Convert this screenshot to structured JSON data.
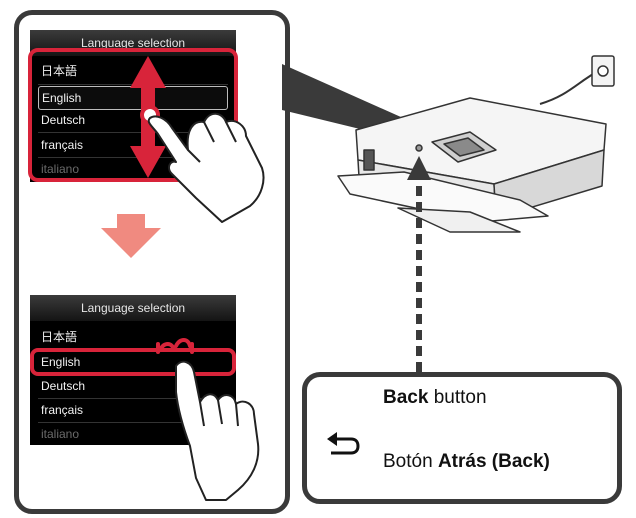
{
  "screen_top": {
    "title": "Language selection",
    "items": [
      "日本語",
      "English",
      "Deutsch",
      "français",
      "italiano"
    ],
    "selected_index": 1
  },
  "screen_bottom": {
    "title": "Language selection",
    "items": [
      "日本語",
      "English",
      "Deutsch",
      "français",
      "italiano"
    ],
    "selected_index": 1
  },
  "callout": {
    "back_bold": "Back",
    "back_rest": " button",
    "es_prefix": "Botón ",
    "es_bold": "Atrás (Back)"
  },
  "colors": {
    "highlight_red": "#d8243a",
    "arrow_pink": "#f08a80",
    "frame_dark": "#3a3a3a"
  },
  "icons": [
    "back-arrow-icon",
    "flick-arrow-icon",
    "tap-marker-icon",
    "hand-pointer-icon",
    "down-arrow-icon",
    "printer-illustration"
  ]
}
